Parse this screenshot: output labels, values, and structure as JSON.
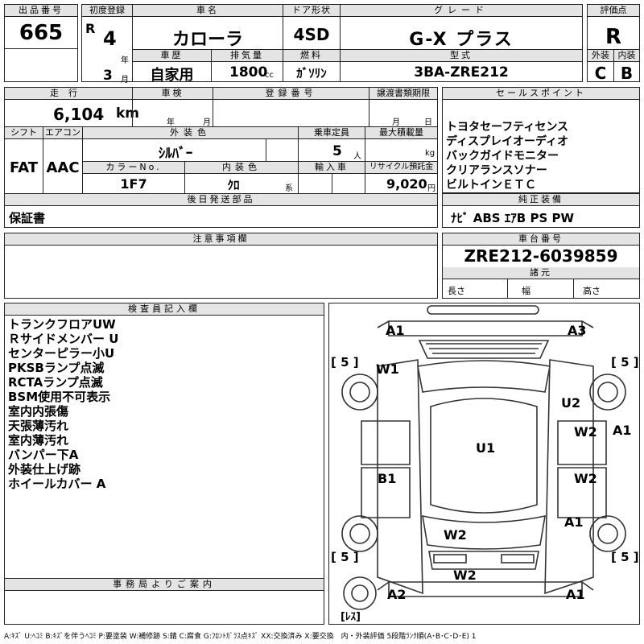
{
  "header": {
    "lot_no_label": "出品番号",
    "lot_no": "665",
    "first_reg_label": "初度登録",
    "era": "R",
    "reg_year": "4",
    "reg_month": "3",
    "year_unit": "年",
    "month_unit": "月",
    "car_name_label": "車名",
    "car_name": "カローラ",
    "history_label": "車歴",
    "history": "自家用",
    "displacement_label": "排気量",
    "displacement": "1800",
    "cc_unit": "cc",
    "doors_label": "ドア形状",
    "doors": "4SD",
    "fuel_label": "燃料",
    "fuel": "ｶﾞｿﾘﾝ",
    "grade_label": "グレード",
    "grade": "G-X プラス",
    "model_label": "型式",
    "model": "3BA-ZRE212",
    "score_label": "評価点",
    "score": "R",
    "ext_label": "外装",
    "ext": "C",
    "int_label": "内装",
    "int": "B"
  },
  "row2": {
    "mileage_label": "走行",
    "mileage": "6,104",
    "km_unit": "km",
    "inspection_label": "車検",
    "insp_year_unit": "年",
    "insp_month_unit": "月",
    "reg_no_label": "登録番号",
    "transfer_label": "譲渡書類期限",
    "transfer_month_unit": "月",
    "transfer_day_unit": "日",
    "sales_label": "セールスポイント",
    "sales_points": [
      "トヨタセーフティセンス",
      "ディスプレイオーディオ",
      "バックガイドモニター",
      "クリアランスソナー",
      "ビルトインＥＴＣ"
    ]
  },
  "row3": {
    "shift_label": "シフト",
    "shift": "FAT",
    "ac_label": "エアコン",
    "ac": "AAC",
    "ext_color_label": "外装色",
    "ext_color": "ｼﾙﾊﾞｰ",
    "capacity_label": "乗車定員",
    "capacity": "5",
    "person_unit": "人",
    "load_label": "最大積載量",
    "kg_unit": "kg",
    "color_no_label": "カラーNo.",
    "color_no": "1F7",
    "int_color_label": "内装色",
    "int_color": "ｸﾛ",
    "int_color_unit": "系",
    "import_label": "輸入車",
    "recycle_label": "リサイクル預託金",
    "recycle": "9,020",
    "yen_unit": "円"
  },
  "row4": {
    "later_parts_label": "後日発送部品",
    "later_parts": "保証書",
    "equipment_label": "純正装備",
    "equipment": "ﾅﾋﾞ ABS ｴｱB PS PW"
  },
  "row5": {
    "notes_label": "注意事項欄",
    "chassis_label": "車台番号",
    "chassis": "ZRE212-6039859",
    "dims_label": "諸元",
    "length_label": "長さ",
    "width_label": "幅",
    "height_label": "高さ"
  },
  "inspector": {
    "label": "検査員記入欄",
    "notes": [
      "トランクフロアUW",
      "Ｒサイドメンバー U",
      "センターピラー小U",
      "PKSBランプ点滅",
      "RCTAランプ点滅",
      "BSM使用不可表示",
      "室内内張傷",
      "天張薄汚れ",
      "室内薄汚れ",
      "バンパー下A",
      "外装仕上げ跡",
      "ホイールカバー A"
    ]
  },
  "office": {
    "label": "事務局よりご案内"
  },
  "diagram": {
    "marks": {
      "a1_tl": "A1",
      "a3_tr": "A3",
      "w1": "W1",
      "u2": "U2",
      "w2_rf": "W2",
      "a1_rd": "A1",
      "u1": "U1",
      "b1": "B1",
      "w2_rr": "W2",
      "a1_rr": "A1",
      "w2_trunk": "W2",
      "w2_rear": "W2",
      "a2_bl": "A2",
      "a1_br": "A1"
    },
    "tires": {
      "tl": "[ 5 ]",
      "tr": "[ 5 ]",
      "bl": "[ 5 ]",
      "br": "[ 5 ]"
    },
    "spare": "[ﾚｽ]"
  },
  "legend": "A:ｷｽﾞ U:ﾍｺﾐ B:ｷｽﾞを伴うﾍｺﾐ P:要塗装 W:補修跡 S:錆 C:腐食 G:ﾌﾛﾝﾄｶﾞﾗｽ点ｷｽﾞ XX:交換済み X:要交換　内・外装評価 5段階ﾗﾝｸ順(A･B･C･D･E) 1"
}
